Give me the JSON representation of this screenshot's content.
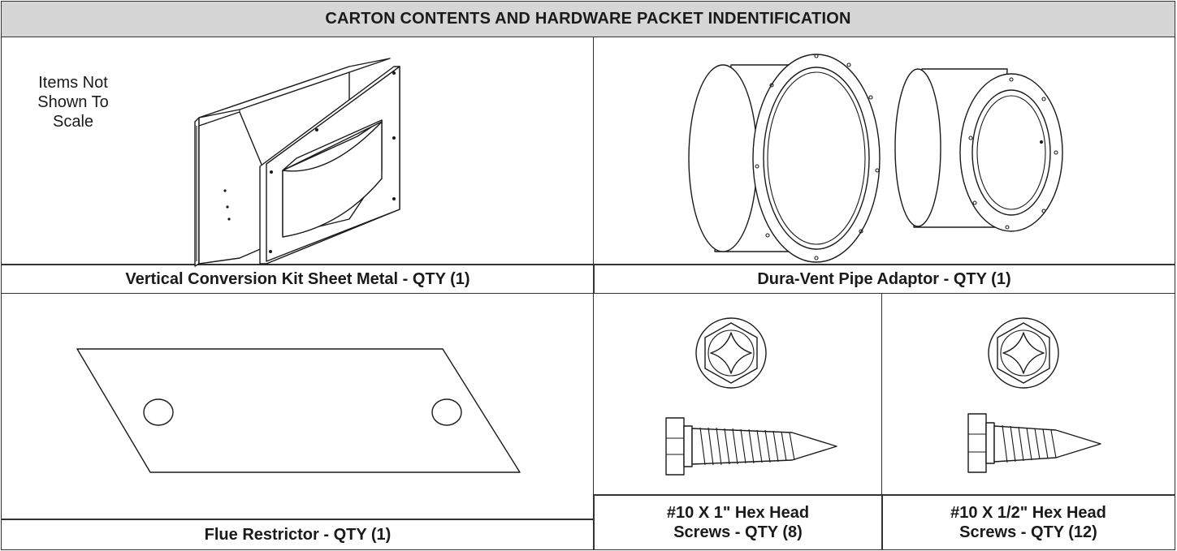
{
  "title": "CARTON CONTENTS AND HARDWARE PACKET INDENTIFICATION",
  "note": {
    "line1": "Items Not",
    "line2": "Shown To",
    "line3": "Scale"
  },
  "items": [
    {
      "label": "Vertical Conversion Kit Sheet Metal - QTY (1)"
    },
    {
      "label": "Dura-Vent Pipe Adaptor - QTY (1)"
    },
    {
      "label": "Flue Restrictor - QTY (1)"
    },
    {
      "label_line1": "#10 X 1\" Hex Head",
      "label_line2": "Screws - QTY (8)"
    },
    {
      "label_line1": "#10 X 1/2\" Hex Head",
      "label_line2": "Screws - QTY (12)"
    }
  ]
}
